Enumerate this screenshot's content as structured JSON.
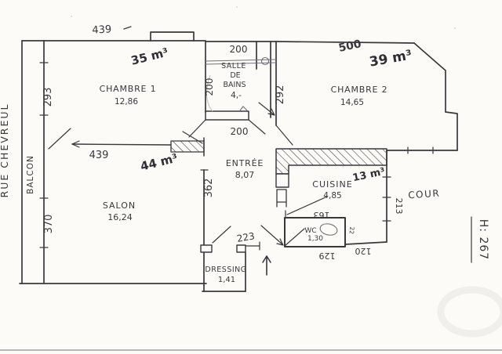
{
  "colors": {
    "ink": "#39383b",
    "pen_bold": "#2f2e33",
    "paper": "#fcfbf8",
    "faint": "#c7c3bc",
    "fixture": "#716f74",
    "scan_edge": "#b5b5b7"
  },
  "street": "RUE CHEVREUL",
  "outdoor": {
    "balcony": "BALCON",
    "courtyard": "COUR"
  },
  "reference": "H: 267",
  "rooms": {
    "chambre1": {
      "name": "CHAMBRE 1",
      "area": "12,86",
      "volume": "35 m³"
    },
    "chambre2": {
      "name": "CHAMBRE 2",
      "area": "14,65",
      "volume": "39 m³"
    },
    "bains": {
      "lines": [
        "SALLE",
        "DE",
        "BAINS"
      ],
      "area": "4,-"
    },
    "entree": {
      "name": "ENTRÉE",
      "area": "8,07"
    },
    "salon": {
      "name": "SALON",
      "area": "16,24",
      "volume": "44 m³"
    },
    "cuisine": {
      "name": "CUISINE",
      "area": "4,85",
      "volume": "13 m³"
    },
    "wc": {
      "name": "WC",
      "area": "1,30"
    },
    "dressing": {
      "name": "DRESSING",
      "area": "1,41"
    }
  },
  "dims": {
    "width_top": "439",
    "chambre2_top": "500",
    "chambre1_left": "293",
    "salon_left": "370",
    "bains_top": "200",
    "bains_left": "200",
    "bains_bottom": "200",
    "chambre2_left": "292",
    "chambre1_width": "439",
    "entree_left": "362",
    "dressing_top": "223",
    "wc_top": "163",
    "wc_bottom": "129",
    "wc_right": "22",
    "kitchen_bottom": "120",
    "courtyard_side": "213"
  }
}
